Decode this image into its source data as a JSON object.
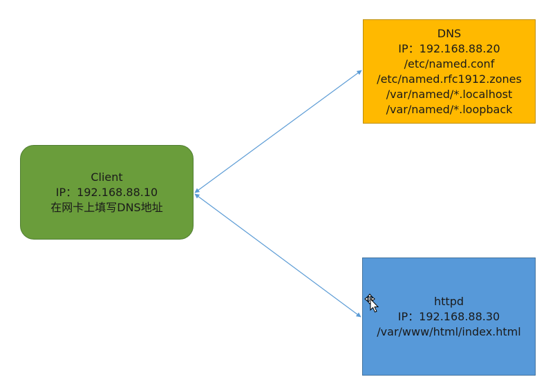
{
  "colors": {
    "client_fill": "#6a9d3b",
    "dns_fill": "#ffb900",
    "httpd_fill": "#5799d9",
    "connector": "#5b9bd5"
  },
  "client": {
    "title": "Client",
    "ip": "IP：192.168.88.10",
    "note": "在网卡上填写DNS地址"
  },
  "dns": {
    "title": "DNS",
    "ip": "IP：192.168.88.20",
    "files": [
      "/etc/named.conf",
      "/etc/named.rfc1912.zones",
      "/var/named/*.localhost",
      "/var/named/*.loopback"
    ]
  },
  "httpd": {
    "title": "httpd",
    "ip": "IP：192.168.88.30",
    "path": "/var/www/html/index.html"
  },
  "cursor": {
    "icon": "move-cursor-icon"
  }
}
